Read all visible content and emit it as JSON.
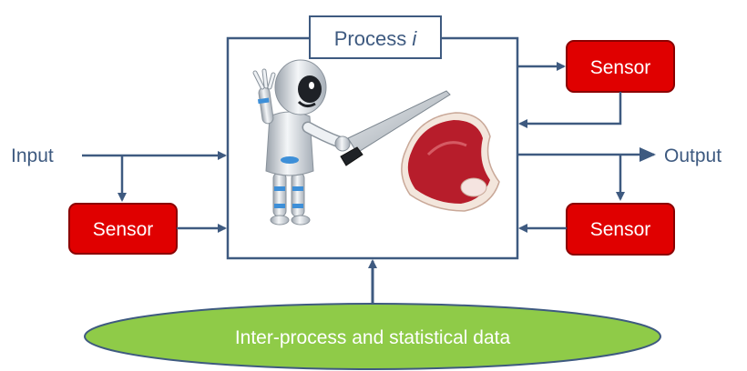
{
  "diagram": {
    "process_title": "Process",
    "process_index": "i",
    "input_label": "Input",
    "output_label": "Output",
    "sensor_top_right": "Sensor",
    "sensor_bottom_left": "Sensor",
    "sensor_bottom_right": "Sensor",
    "data_ellipse": "Inter-process and statistical data"
  },
  "colors": {
    "line": "#3e5a80",
    "sensor_fill": "#e00000",
    "sensor_border": "#8b0000",
    "ellipse_fill": "#8fcb48",
    "ellipse_border": "#3e5a80",
    "text": "#3e5a80"
  },
  "icons": [
    "robot-chef-icon",
    "knife-icon",
    "meat-steak-icon"
  ]
}
